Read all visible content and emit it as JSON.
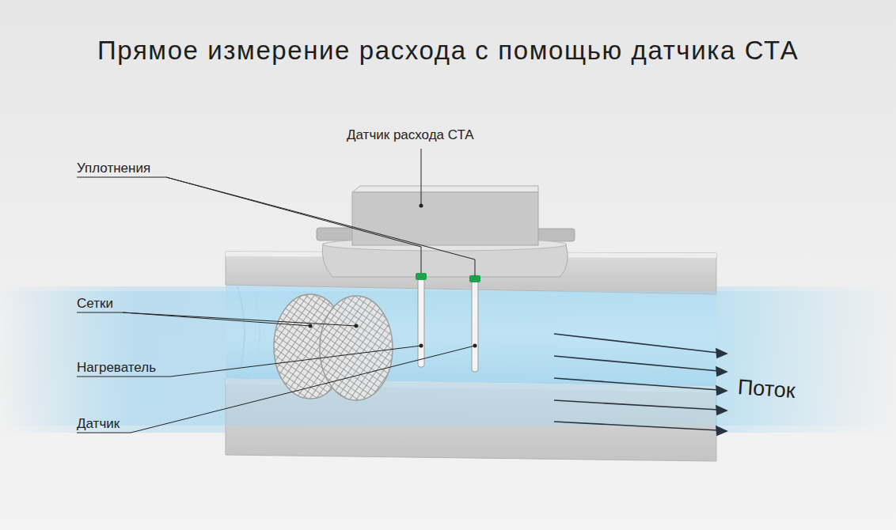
{
  "diagram": {
    "title": "Прямое измерение расхода с помощью датчика СТА",
    "labels": [
      "Датчик расхода СТА",
      "Уплотнения",
      "Сетки",
      "Нагреватель",
      "Датчик",
      "Поток"
    ]
  }
}
